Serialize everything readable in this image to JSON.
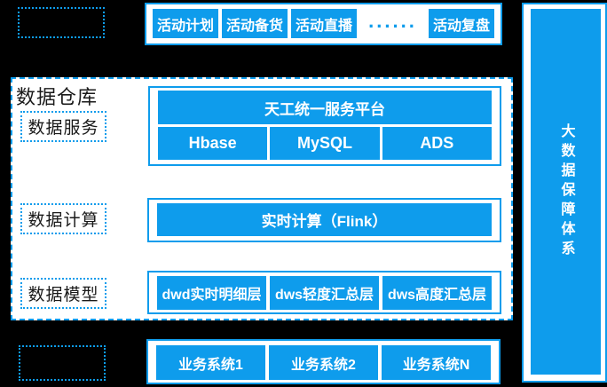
{
  "colors": {
    "blue": "#0E9CEC",
    "background": "#000000",
    "panel": "#FFFFFF",
    "text_dark": "#1A1A1A",
    "text_light": "#FFFFFF"
  },
  "activity_bar": {
    "items": [
      "活动计划",
      "活动备货",
      "活动直播"
    ],
    "ellipsis": "......",
    "last_item": "活动复盘"
  },
  "guard_panel": {
    "label": "大数据保障体系"
  },
  "warehouse": {
    "title": "数据仓库",
    "service": {
      "label": "数据服务",
      "platform": "天工统一服务平台",
      "stores": [
        "Hbase",
        "MySQL",
        "ADS"
      ]
    },
    "compute": {
      "label": "数据计算",
      "engine": "实时计算（Flink）"
    },
    "model": {
      "label": "数据模型",
      "layers": [
        "dwd实时明细层",
        "dws轻度汇总层",
        "dws高度汇总层"
      ]
    }
  },
  "source_systems": {
    "items": [
      "业务系统1",
      "业务系统2",
      "业务系统N"
    ]
  }
}
